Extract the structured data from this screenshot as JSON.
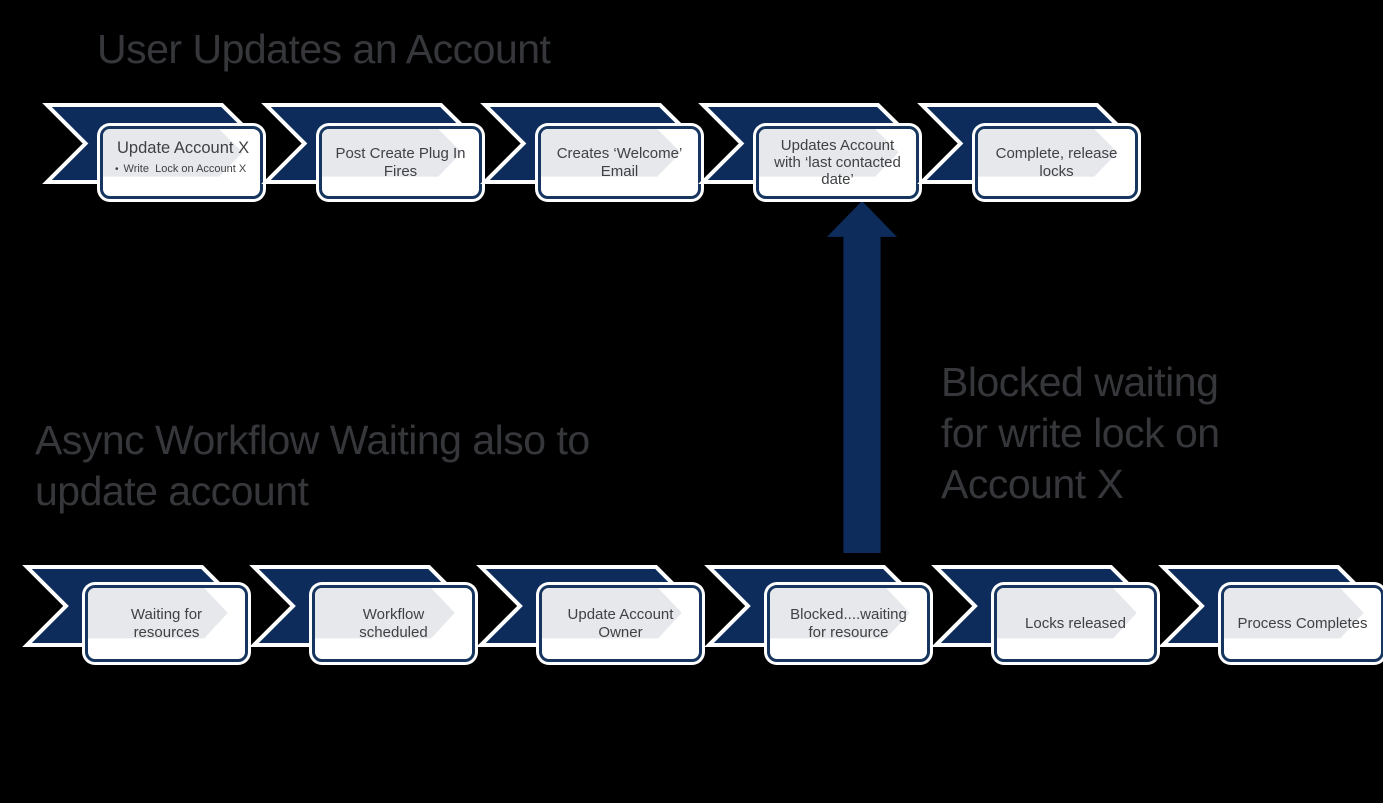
{
  "titles": {
    "top": "User Updates an Account",
    "middle_lines": [
      "Async Workflow Waiting also to",
      "update account"
    ],
    "arrow_label_lines": [
      "Blocked waiting",
      "for write lock on",
      "Account X"
    ]
  },
  "top_row": {
    "steps": [
      {
        "heading": "Update Account X",
        "bullet": {
          "marker": "•",
          "text": "Write  Lock on Account X"
        }
      },
      {
        "lines": [
          "Post Create Plug In",
          "Fires"
        ]
      },
      {
        "lines": [
          "Creates ‘Welcome’",
          "Email"
        ]
      },
      {
        "lines": [
          "Updates Account",
          "with ‘last contacted",
          "date’"
        ]
      },
      {
        "lines": [
          "Complete, release",
          "locks"
        ]
      }
    ]
  },
  "bottom_row": {
    "steps": [
      {
        "lines": [
          "Waiting for",
          "resources"
        ]
      },
      {
        "lines": [
          "Workflow",
          "scheduled"
        ]
      },
      {
        "lines": [
          "Update Account",
          "Owner"
        ]
      },
      {
        "lines": [
          "Blocked....waiting",
          "for resource"
        ]
      },
      {
        "lines": [
          "Locks released"
        ]
      },
      {
        "lines": [
          "Process Completes"
        ]
      }
    ]
  },
  "colors": {
    "bg": "#000000",
    "navy": "#0d2c5c",
    "navy-border": "#17365f",
    "pent": "#e6e8ec",
    "title": "#35373a",
    "boxtext": "#3f4143",
    "outline": "#ffffff"
  }
}
